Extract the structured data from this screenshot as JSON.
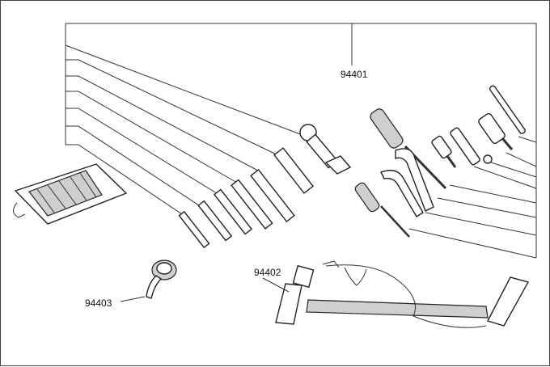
{
  "callouts": {
    "tool_set": "94401",
    "pump": "94402",
    "gauge": "94403"
  },
  "colors": {
    "line": "#333333",
    "ink": "#222222",
    "background": "#ffffff"
  }
}
